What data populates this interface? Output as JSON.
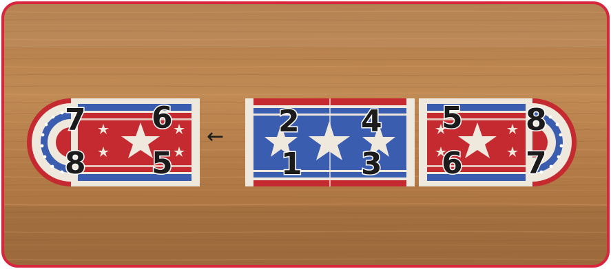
{
  "colors": {
    "frame_border": "#d7263d",
    "wood": "#b98550",
    "quilt_red": "#c52a31",
    "quilt_blue": "#3a5db0",
    "cream": "#efe8dc",
    "label_text": "#1b1b1b"
  },
  "arrow": {
    "glyph": "←",
    "icon": "arrow-left-icon"
  },
  "left_piece": {
    "labels": [
      "7",
      "6",
      "8",
      "5"
    ]
  },
  "center_piece": {
    "labels": [
      "2",
      "4",
      "1",
      "3"
    ]
  },
  "right_piece": {
    "labels": [
      "5",
      "8",
      "6",
      "7"
    ]
  }
}
